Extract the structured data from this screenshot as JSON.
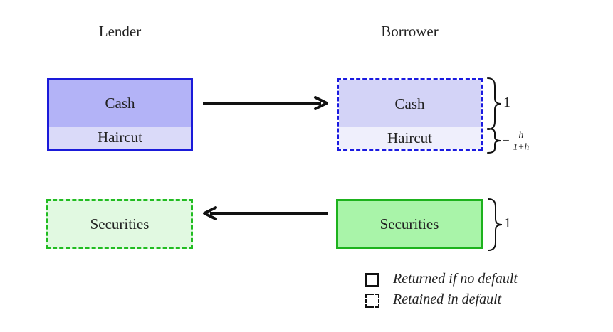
{
  "header": {
    "lender": "Lender",
    "borrower": "Borrower"
  },
  "boxes": {
    "lender_cash": {
      "cash": "Cash",
      "haircut": "Haircut",
      "border_style": "solid",
      "border_color": "#1a1ad9",
      "cash_fill": "#b3b3f7",
      "haircut_fill": "#dadaf9"
    },
    "borrower_cash": {
      "cash": "Cash",
      "haircut": "Haircut",
      "border_style": "dashed",
      "border_color": "#1a1ae0",
      "cash_fill": "#d3d3f7",
      "haircut_fill": "#efeffc"
    },
    "lender_securities": {
      "label": "Securities",
      "border_style": "dashed",
      "border_color": "#21bc21",
      "fill": "#e1f9e1"
    },
    "borrower_securities": {
      "label": "Securities",
      "border_style": "solid",
      "border_color": "#1db21d",
      "fill": "#a9f4a9"
    }
  },
  "annotations": {
    "cash_brace_value": "1",
    "haircut_minus": "−",
    "haircut_numerator": "h",
    "haircut_denominator": "1+h",
    "securities_brace_value": "1"
  },
  "legend": {
    "items": [
      {
        "style": "solid",
        "label": "Returned if no default"
      },
      {
        "style": "dashed",
        "label": "Retained in default"
      }
    ]
  },
  "colors": {
    "arrow": "#111111",
    "text": "#222222",
    "background": "#ffffff"
  }
}
